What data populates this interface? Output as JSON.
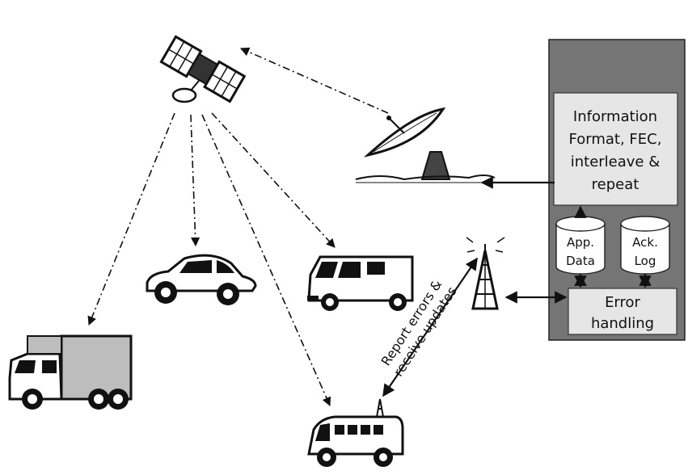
{
  "server": {
    "info_box": [
      "Information",
      "Format, FEC,",
      "interleave  &",
      "repeat"
    ],
    "app_data": [
      "App.",
      "Data"
    ],
    "ack_log": [
      "Ack.",
      "Log"
    ],
    "error_handling": [
      "Error",
      "handling"
    ]
  },
  "link_label": [
    "Report errors &",
    "receive updates"
  ],
  "colors": {
    "server_panel": "#757575",
    "box_fill": "#e6e6e6",
    "vehicle_gray": "#bdbdbd",
    "ink": "#111111"
  },
  "icons": [
    "satellite-icon",
    "satellite-dish-icon",
    "radio-tower-icon",
    "car-icon",
    "van-icon",
    "box-truck-icon",
    "bus-icon"
  ]
}
